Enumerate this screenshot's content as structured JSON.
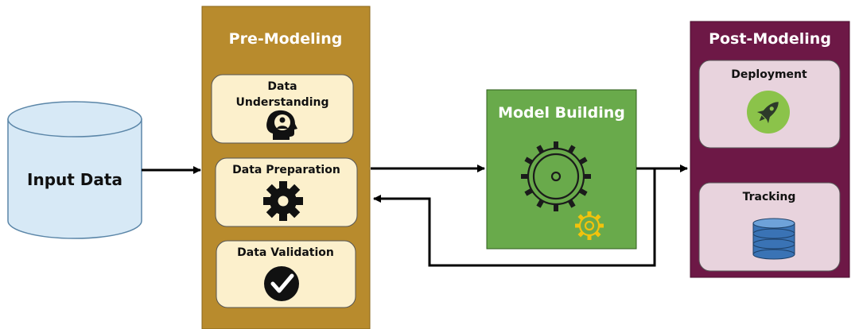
{
  "input": {
    "label": "Input Data"
  },
  "pre_modeling": {
    "title": "Pre-Modeling",
    "steps": [
      {
        "label_line1": "Data",
        "label_line2": "Understanding",
        "icon": "head-with-person-icon"
      },
      {
        "label": "Data Preparation",
        "icon": "gear-icon"
      },
      {
        "label": "Data Validation",
        "icon": "checkmark-circle-icon"
      }
    ]
  },
  "model_building": {
    "title": "Model Building",
    "icon": "gears-icon"
  },
  "post_modeling": {
    "title": "Post-Modeling",
    "steps": [
      {
        "label": "Deployment",
        "icon": "rocket-icon"
      },
      {
        "label": "Tracking",
        "icon": "database-icon"
      }
    ]
  },
  "colors": {
    "input_fill": "#d7e9f6",
    "pre_modeling_fill": "#b88b2d",
    "pre_step_fill": "#fcf0cc",
    "model_building_fill": "#69aa4b",
    "post_modeling_fill": "#6d1846",
    "post_step_fill": "#e8d3dd",
    "rocket_circle": "#8bc34a",
    "database_blue": "#3a73b5"
  }
}
